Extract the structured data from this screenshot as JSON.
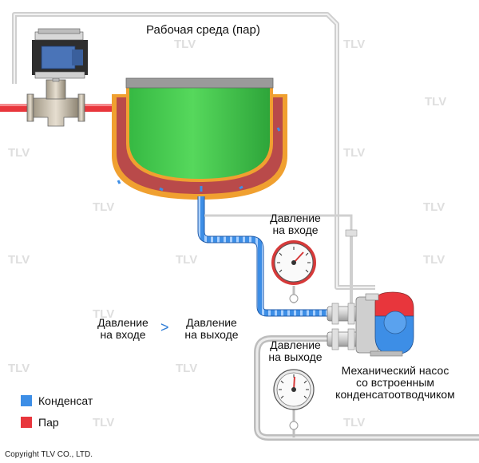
{
  "labels": {
    "working_medium": "Рабочая среда (пар)",
    "inlet_pressure_top": [
      "Давление",
      "на входе"
    ],
    "outlet_pressure_right": [
      "Давление",
      "на выходе"
    ],
    "inlet_pressure_left": [
      "Давление",
      "на входе"
    ],
    "greater_than": ">",
    "outlet_pressure_mid": [
      "Давление",
      "на выходе"
    ],
    "pump_title": [
      "Механический насос",
      "со встроенным",
      "конденсатоотводчиком"
    ]
  },
  "legend": [
    {
      "label": "Конденсат",
      "color": "#3d8ee6"
    },
    {
      "label": "Пар",
      "color": "#e8363c"
    }
  ],
  "watermark": "TLV",
  "copyright": "Copyright TLV CO., LTD.",
  "colors": {
    "steam": "#e8363c",
    "condensate": "#3d8ee6",
    "product": "#3fc84a",
    "jacket_shell": "#f0a030",
    "pipe_grey": "#c8c8c8",
    "gauge_red": "#d63a3a"
  }
}
